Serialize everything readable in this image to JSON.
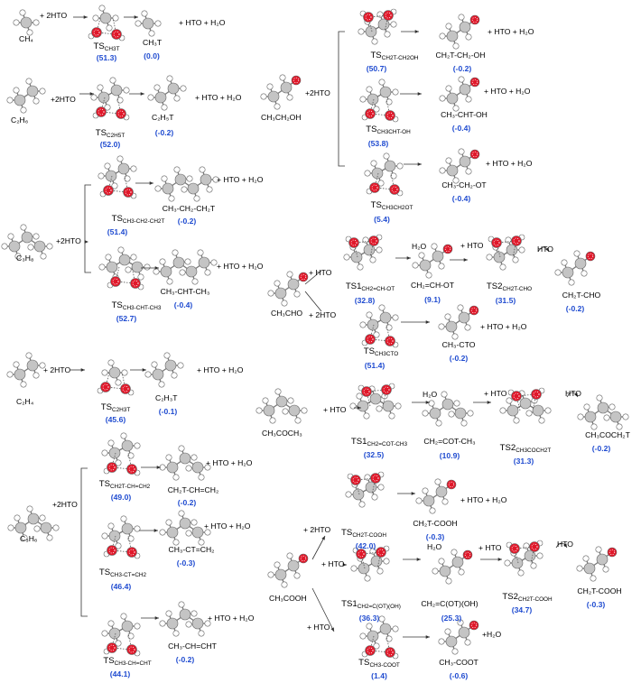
{
  "pathways": [
    {
      "reactant": "CH₄",
      "plus_left": "+ 2HTO",
      "ts_main": "TS",
      "ts_sub": "CH3T",
      "ts_energy": "(51.3)",
      "product": "CH₃T",
      "product_energy": "(0.0)",
      "byproduct": "+ HTO + H₂O"
    },
    {
      "reactant": "C₂H₆",
      "plus_left": "+2HTO",
      "ts_main": "TS",
      "ts_sub": "C2H5T",
      "ts_energy": "(52.0)",
      "product": "C₂H₅T",
      "product_energy": "(-0.2)",
      "byproduct": "+ HTO + H₂O"
    },
    {
      "reactant": "C₃H₈",
      "plus_left": "+2HTO",
      "branches": [
        {
          "ts_main": "TS",
          "ts_sub": "CH3-CH2-CH2T",
          "ts_energy": "(51.4)",
          "product": "CH₃-CH₂-CH₂T",
          "product_energy": "(-0.2)",
          "byproduct": "+ HTO + H₂O"
        },
        {
          "ts_main": "TS",
          "ts_sub": "CH3-CHT-CH3",
          "ts_energy": "(52.7)",
          "product": "CH₃-CHT-CH₃",
          "product_energy": "(-0.4)",
          "byproduct": "+ HTO + H₂O"
        }
      ]
    },
    {
      "reactant": "C₂H₄",
      "plus_left": "+ 2HTO",
      "ts_main": "TS",
      "ts_sub": "C2H3T",
      "ts_energy": "(45.6)",
      "product": "C₂H₃T",
      "product_energy": "(-0.1)",
      "byproduct": "+ HTO + H₂O"
    },
    {
      "reactant": "C₃H₆",
      "plus_left": "+2HTO",
      "branches": [
        {
          "ts_main": "TS",
          "ts_sub": "CH2T-CH=CH2",
          "ts_energy": "(49.0)",
          "product": "CH₂T-CH=CH₂",
          "product_energy": "(-0.2)",
          "byproduct": "+ HTO + H₂O"
        },
        {
          "ts_main": "TS",
          "ts_sub": "CH3-CT=CH2",
          "ts_energy": "(46.4)",
          "product": "CH₃-CT=CH₂",
          "product_energy": "(-0.3)",
          "byproduct": "+ HTO + H₂O"
        },
        {
          "ts_main": "TS",
          "ts_sub": "CH3-CH=CHT",
          "ts_energy": "(44.1)",
          "product": "CH₃-CH=CHT",
          "product_energy": "(-0.2)",
          "byproduct": "+ HTO + H₂O"
        }
      ]
    },
    {
      "reactant": "CH₃CH₂OH",
      "plus_left": "+2HTO",
      "branches": [
        {
          "ts_main": "TS",
          "ts_sub": "CH2T-CH2OH",
          "ts_energy": "(50.7)",
          "product": "CH₂T-CH₂-OH",
          "product_energy": "(-0.2)",
          "byproduct": "+ HTO + H₂O"
        },
        {
          "ts_main": "TS",
          "ts_sub": "CH3CHT-OH",
          "ts_energy": "(53.8)",
          "product": "CH₃-CHT-OH",
          "product_energy": "(-0.4)",
          "byproduct": "+ HTO + H₂O"
        },
        {
          "ts_main": "TS",
          "ts_sub": "CH3CH2OT",
          "ts_energy": "(5.4)",
          "product": "CH₃-CH₂-OT",
          "product_energy": "(-0.4)",
          "byproduct": "+ HTO + H₂O"
        }
      ]
    },
    {
      "reactant": "CH₃CHO",
      "upper": {
        "plus": "+ HTO",
        "ts1_main": "TS1",
        "ts1_sub": "CH2=CH-OT",
        "ts1_energy": "(32.8)",
        "step1_label": "H₂O",
        "inter": "CH₂=CH-OT",
        "inter_energy": "(9.1)",
        "step2_label": "+ HTO",
        "ts2_main": "TS2",
        "ts2_sub": "CH2T-CHO",
        "ts2_energy": "(31.5)",
        "step3_label": "HTO",
        "product": "CH₂T-CHO",
        "product_energy": "(-0.2)"
      },
      "lower": {
        "plus": "+ 2HTO",
        "ts_main": "TS",
        "ts_sub": "CH3CTO",
        "ts_energy": "(51.4)",
        "product": "CH₃-CTO",
        "product_energy": "(-0.2)",
        "byproduct": "+ HTO + H₂O"
      }
    },
    {
      "reactant": "CH₃COCH₃",
      "plus": "+ HTO",
      "ts1_main": "TS1",
      "ts1_sub": "CH2=COT-CH3",
      "ts1_energy": "(32.5)",
      "step1_label": "H₂O",
      "inter": "CH₂=COT-CH₃",
      "inter_energy": "(10.9)",
      "step2_label": "+ HTO",
      "ts2_main": "TS2",
      "ts2_sub": "CH3COCH2T",
      "ts2_energy": "(31.3)",
      "step3_label": "HTO",
      "product": "CH₃COCH₂T",
      "product_energy": "(-0.2)"
    },
    {
      "reactant": "CH₃COOH",
      "top": {
        "plus": "+ 2HTO",
        "ts_main": "TS",
        "ts_sub": "CH2T-COOH",
        "ts_energy": "(42.0)",
        "product": "CH₂T-COOH",
        "product_energy": "(-0.3)",
        "byproduct": "+ HTO + H₂O"
      },
      "middle": {
        "plus": "+ HTO",
        "ts1_main": "TS1",
        "ts1_sub": "CH2=C(OT)(OH)",
        "ts1_energy": "(36.3)",
        "step1_label": "H₂O",
        "inter": "CH₂=C(OT)(OH)",
        "inter_energy": "(25.3)",
        "step2_label": "+ HTO",
        "ts2_main": "TS2",
        "ts2_sub": "CH2T-COOH",
        "ts2_energy": "(34.7)",
        "step3_label": "HTO",
        "product": "CH₂T-COOH",
        "product_energy": "(-0.3)"
      },
      "bottom": {
        "plus": "+ HTO",
        "ts_main": "TS",
        "ts_sub": "CH3-COOT",
        "ts_energy": "(1.4)",
        "product": "CH₃-COOT",
        "product_energy": "(-0.6)",
        "byproduct": "+H₂O"
      }
    }
  ],
  "colors": {
    "carbon": "#c4c4c4",
    "hydrogen": "#ffffff",
    "oxygen": "#e0182a",
    "energy_text": "#1f4bd0"
  }
}
